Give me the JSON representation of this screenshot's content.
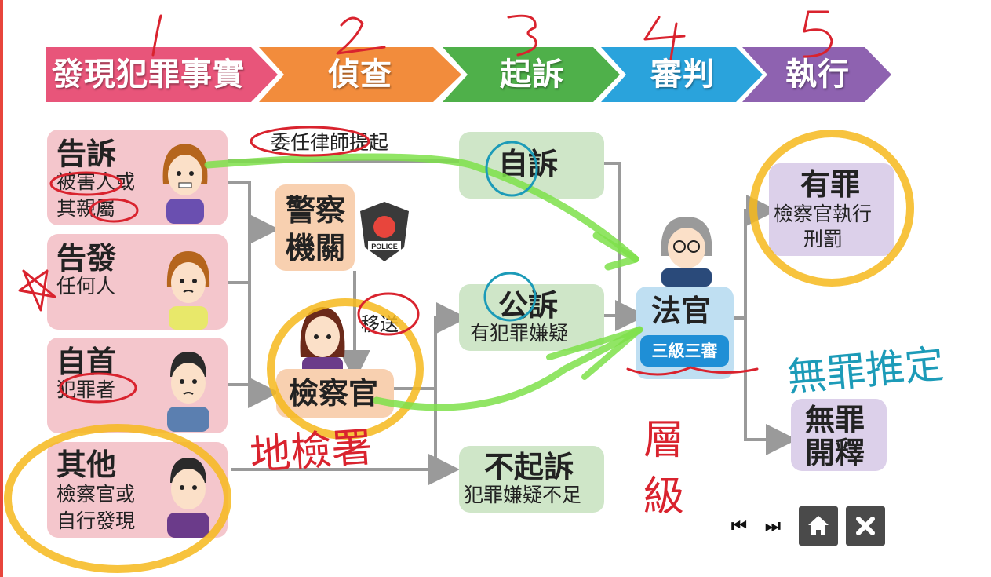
{
  "stages": [
    {
      "label": "發現犯罪事實",
      "color": "#e8557a",
      "number": "1"
    },
    {
      "label": "偵查",
      "color": "#f28c3c",
      "number": "2"
    },
    {
      "label": "起訴",
      "color": "#4fb04a",
      "number": "3"
    },
    {
      "label": "審判",
      "color": "#2aa3dc",
      "number": "4"
    },
    {
      "label": "執行",
      "color": "#8e62b0",
      "number": "5"
    }
  ],
  "sources": [
    {
      "title": "告訴",
      "line1": "被害人或",
      "line2": "其親屬"
    },
    {
      "title": "告發",
      "line1": "任何人",
      "line2": ""
    },
    {
      "title": "自首",
      "line1": "犯罪者",
      "line2": ""
    },
    {
      "title": "其他",
      "line1": "檢察官或",
      "line2": "自行發現"
    }
  ],
  "police": {
    "line1": "警察",
    "line2": "機關",
    "badge": "POLICE"
  },
  "prosecutor": {
    "title": "檢察官"
  },
  "transfer": "移送",
  "lawyer": "委任律師提起",
  "private_prosecution": {
    "title": "自訴"
  },
  "public_prosecution": {
    "title": "公訴",
    "sub": "有犯罪嫌疑"
  },
  "no_prosecution": {
    "title": "不起訴",
    "sub": "犯罪嫌疑不足"
  },
  "judge": {
    "title": "法官",
    "badge": "三級三審"
  },
  "guilty": {
    "title": "有罪",
    "line1": "檢察官執行",
    "line2": "刑罰"
  },
  "innocent": {
    "line1": "無罪",
    "line2": "開釋"
  },
  "handwriting": {
    "district": "地檢署",
    "level": "層級",
    "presumption": "無罪推定"
  },
  "nav": {
    "prev": "⏮",
    "next": "⏭"
  },
  "colors": {
    "arrow": "#9a9a9a",
    "highlighter_yellow": "#f6b81c",
    "highlighter_green": "#7ee04a",
    "ink_red": "#d9232e",
    "ink_blue": "#1c9bb8"
  }
}
